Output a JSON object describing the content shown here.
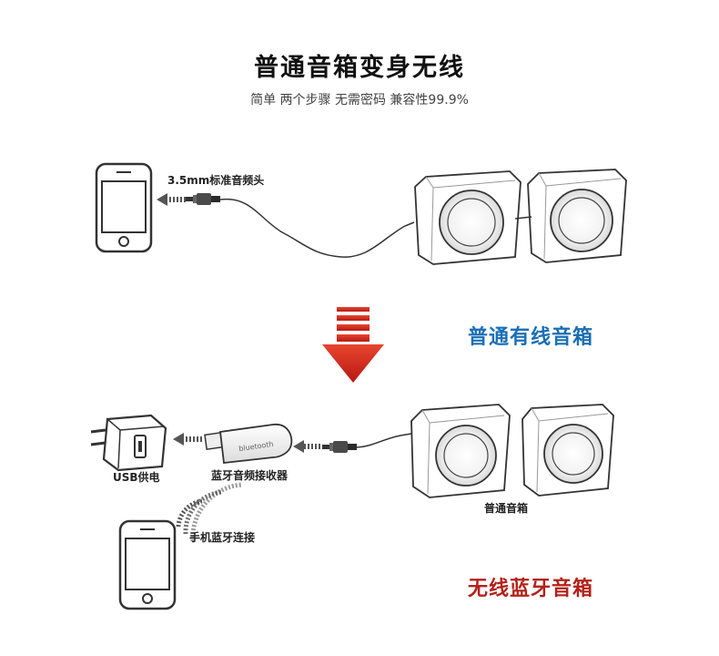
{
  "header": {
    "title": "普通音箱变身无线",
    "subtitle": "简单 两个步骤 无需密码 兼容性99.9%"
  },
  "wired_section": {
    "jack_label": "3.5mm标准音频头",
    "caption": "普通有线音箱",
    "caption_color": "#1a6fb5"
  },
  "wireless_section": {
    "usb_label": "USB供电",
    "receiver_label": "蓝牙音频接收器",
    "speaker_label": "普通音箱",
    "phone_label": "手机蓝牙连接",
    "caption": "无线蓝牙音箱",
    "caption_color": "#b3221b",
    "arrow_color": "#d42a1f"
  }
}
